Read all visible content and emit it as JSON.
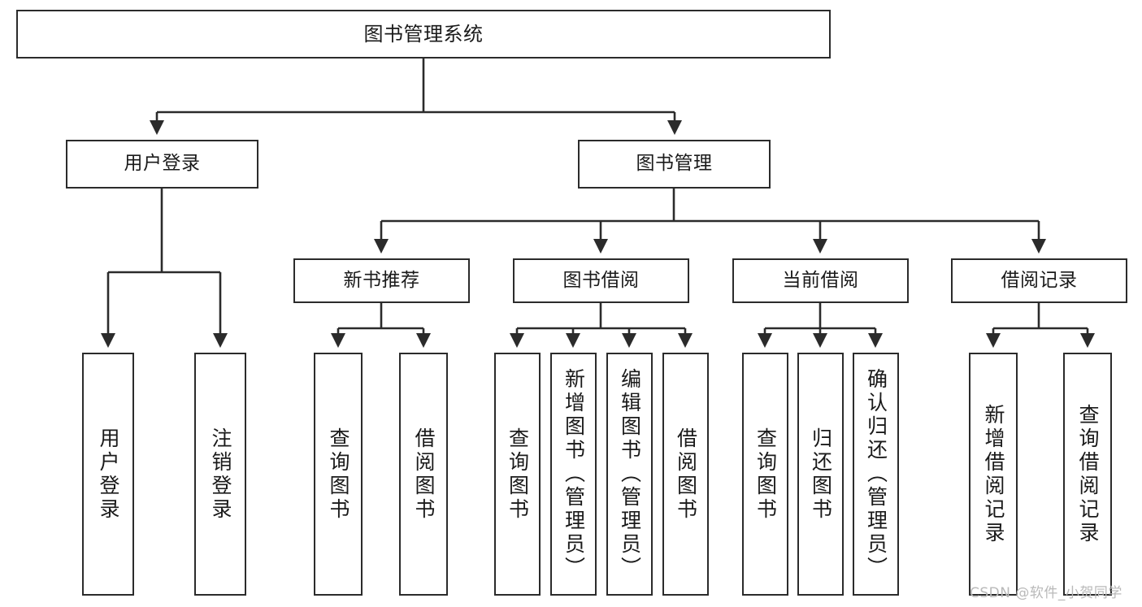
{
  "diagram": {
    "title": "图书管理系统",
    "type": "tree",
    "orientation": "top-down",
    "colors": {
      "border": "#2b2b2b",
      "background": "#ffffff",
      "text": "#1a1a1a",
      "edge": "#2b2b2b",
      "watermark": "#b9b9b9"
    }
  },
  "nodes": {
    "root": {
      "label": "图书管理系统",
      "level": 0
    },
    "level1": [
      {
        "id": "user-login",
        "label": "用户登录",
        "level": 1
      },
      {
        "id": "book-manage",
        "label": "图书管理",
        "level": 1
      }
    ],
    "level2": [
      {
        "id": "new-book-recommend",
        "label": "新书推荐",
        "level": 2,
        "parent": "book-manage"
      },
      {
        "id": "book-borrow",
        "label": "图书借阅",
        "level": 2,
        "parent": "book-manage"
      },
      {
        "id": "current-borrow",
        "label": "当前借阅",
        "level": 2,
        "parent": "book-manage"
      },
      {
        "id": "borrow-record",
        "label": "借阅记录",
        "level": 2,
        "parent": "book-manage"
      }
    ],
    "leaves": [
      {
        "id": "leaf-user-login",
        "label": "用户登录",
        "parent": "user-login"
      },
      {
        "id": "leaf-user-logout",
        "label": "注销登录",
        "parent": "user-login"
      },
      {
        "id": "leaf-query-book-1",
        "label": "查询图书",
        "parent": "new-book-recommend"
      },
      {
        "id": "leaf-borrow-book-1",
        "label": "借阅图书",
        "parent": "new-book-recommend"
      },
      {
        "id": "leaf-query-book-2",
        "label": "查询图书",
        "parent": "book-borrow"
      },
      {
        "id": "leaf-add-book",
        "label": "新增图书（管理员）",
        "parent": "book-borrow"
      },
      {
        "id": "leaf-edit-book",
        "label": "编辑图书（管理员）",
        "parent": "book-borrow"
      },
      {
        "id": "leaf-borrow-book-2",
        "label": "借阅图书",
        "parent": "book-borrow"
      },
      {
        "id": "leaf-query-book-3",
        "label": "查询图书",
        "parent": "current-borrow"
      },
      {
        "id": "leaf-return-book",
        "label": "归还图书",
        "parent": "current-borrow"
      },
      {
        "id": "leaf-confirm-return",
        "label": "确认归还（管理员）",
        "parent": "current-borrow"
      },
      {
        "id": "leaf-add-record",
        "label": "新增借阅记录",
        "parent": "borrow-record"
      },
      {
        "id": "leaf-query-record",
        "label": "查询借阅记录",
        "parent": "borrow-record"
      }
    ]
  },
  "watermark": {
    "text": "CSDN @软件_小贺同学"
  }
}
